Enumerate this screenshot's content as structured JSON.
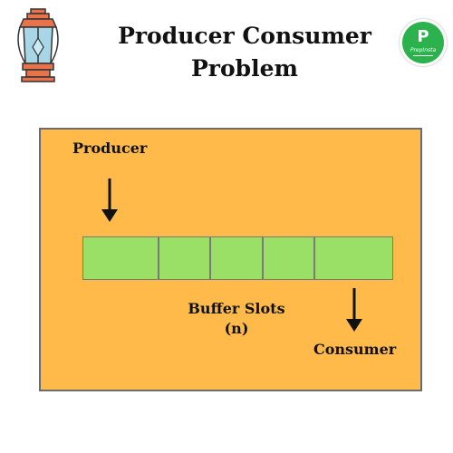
{
  "header": {
    "title_line1": "Producer Consumer",
    "title_line2": "Problem"
  },
  "diagram": {
    "producer_label": "Producer",
    "consumer_label": "Consumer",
    "buffer_label_line1": "Buffer Slots",
    "buffer_label_line2": "(n)",
    "slot_count": 5
  },
  "colors": {
    "panel_fill": "#ffba4a",
    "panel_border": "#6b6b6b",
    "slot_fill": "#9be066",
    "logo_green": "#2bb24c"
  },
  "icons": [
    "lantern-icon",
    "brand-logo"
  ]
}
